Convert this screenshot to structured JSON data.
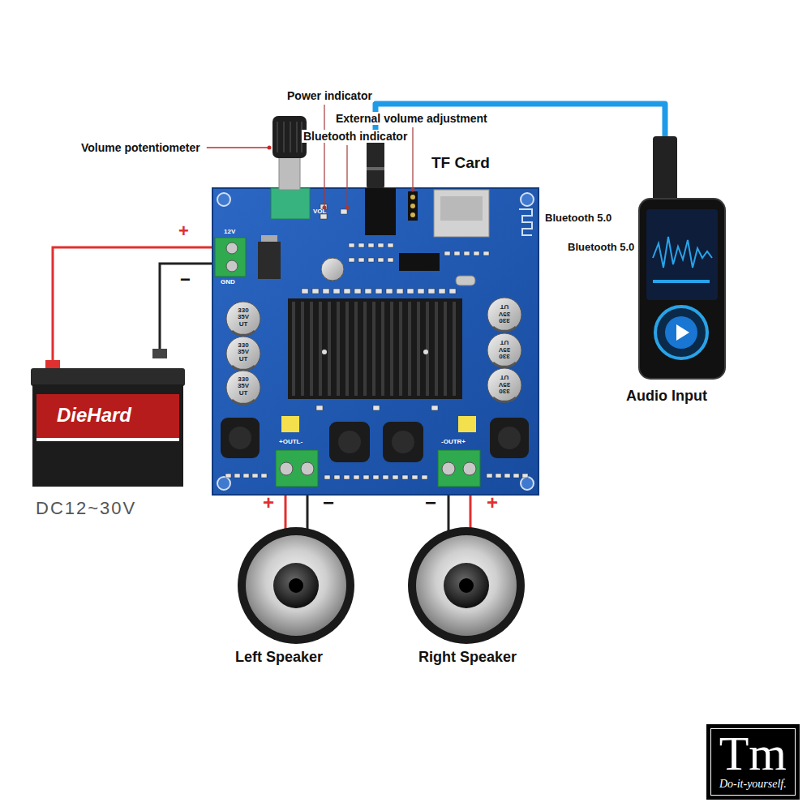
{
  "diagram": {
    "nodes": [
      {
        "text": [
          "Tm",
          "Do-it-yourself."
        ]
      }
    ],
    "labels": [
      "Power indicator",
      "External volume adjustment",
      "Bluetooth indicator",
      "Volume potentiometer",
      "TF Card",
      "Bluetooth 5.0",
      "Bluetooth 5.0",
      "Audio Input",
      "DC12~30V",
      "Left Speaker",
      "Right Speaker",
      "+",
      "−",
      "+",
      "−",
      "−",
      "+",
      "DieHard",
      "330 35V UT",
      "330 35V UT",
      "330 35V UT",
      "330 35V UT",
      "330 35V UT",
      "330 35V UT",
      "+OUTL-",
      "-OUTR+",
      "VOL",
      "12V",
      "GND"
    ]
  }
}
